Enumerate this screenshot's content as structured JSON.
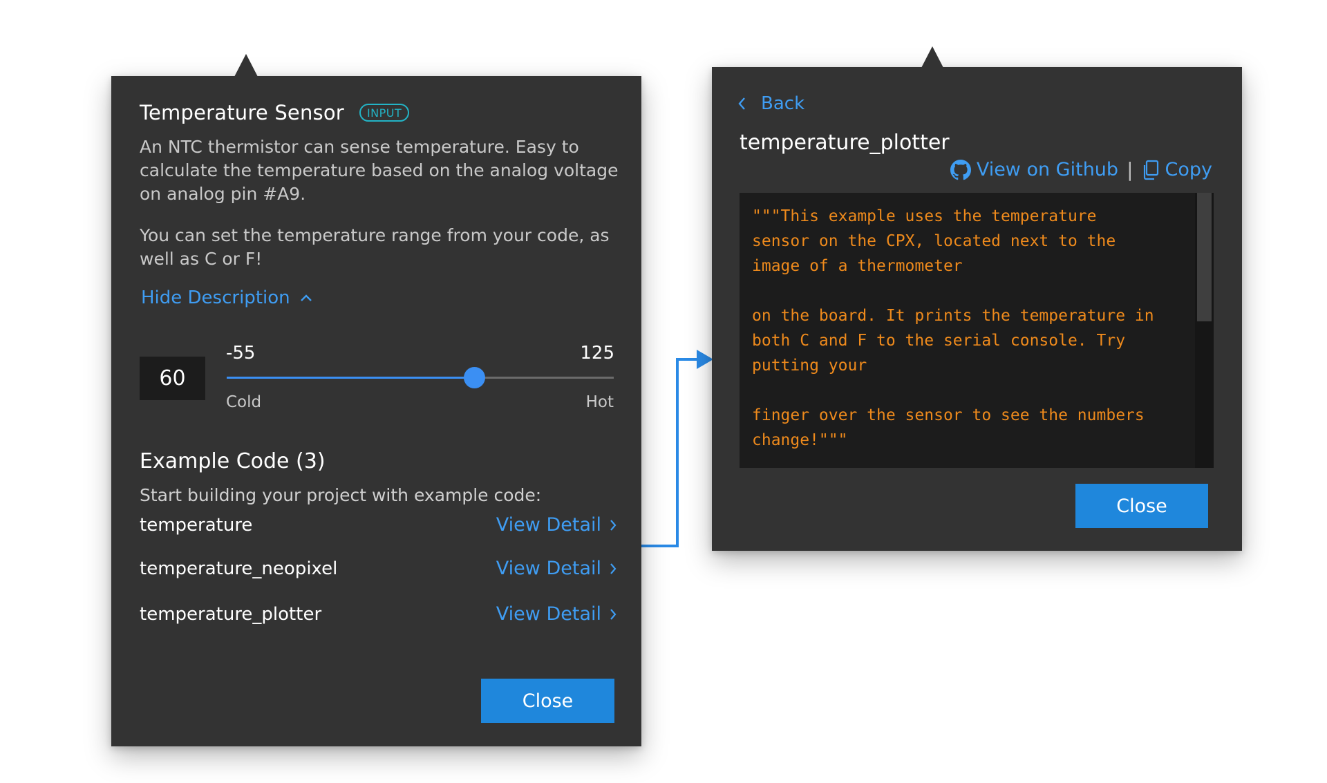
{
  "sensor_panel": {
    "title": "Temperature Sensor",
    "badge": "INPUT",
    "description_1": "An NTC thermistor can sense temperature. Easy to calculate the temperature based on the analog voltage on analog pin #A9.",
    "description_2": "You can set the temperature range from your code, as well as C or F!",
    "hide_description": "Hide Description",
    "slider": {
      "value": "60",
      "min": "-55",
      "max": "125",
      "min_label": "Cold",
      "max_label": "Hot"
    },
    "example_heading": "Example Code (3)",
    "example_subtitle": "Start building your project with example code:",
    "examples": [
      {
        "name": "temperature",
        "link": "View Detail"
      },
      {
        "name": "temperature_neopixel",
        "link": "View Detail"
      },
      {
        "name": "temperature_plotter",
        "link": "View Detail"
      }
    ],
    "close_label": "Close"
  },
  "code_panel": {
    "back_label": "Back",
    "title": "temperature_plotter",
    "github_label": "View on Github",
    "separator": "|",
    "copy_label": "Copy",
    "code": "\"\"\"This example uses the temperature\nsensor on the CPX, located next to the\nimage of a thermometer\n\non the board. It prints the temperature in\nboth C and F to the serial console. Try\nputting your\n\nfinger over the sensor to see the numbers\nchange!\"\"\"",
    "close_label": "Close"
  },
  "colors": {
    "panel_bg": "#333333",
    "accent_blue": "#3f9df3",
    "button_blue": "#1f87dc",
    "badge_teal": "#23b4c6",
    "code_orange": "#ee8a1c"
  }
}
